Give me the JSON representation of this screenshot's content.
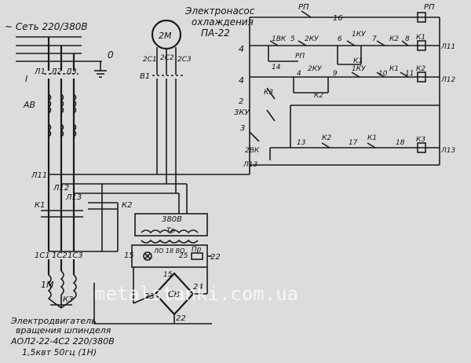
{
  "texts": {
    "network": "~ Сеть 220/380В",
    "pump_title_1": "Электронасос",
    "pump_title_2": "охлаждения",
    "pump_title_3": "ПА-22",
    "pump_motor": "2М",
    "pump_phase_1": "2С1",
    "pump_phase_2": "2С2",
    "pump_phase_3": "2С3",
    "pump_switch": "В1",
    "main_switch": "АВ",
    "line_1": "Л1",
    "line_2": "Л2",
    "line_3": "Л3",
    "line_11": "Л11",
    "line_12": "Л12",
    "line_13": "Л13",
    "ground": "0",
    "roman_one": "I",
    "k1": "К1",
    "k2": "К2",
    "k3": "К3",
    "c1": "1С1",
    "c2": "1С2",
    "c3": "1С3",
    "motor_1m": "1М",
    "transformer_voltage": "380В",
    "transformer": "Тр",
    "node_15": "15",
    "node_16": "16",
    "node_22": "22",
    "node_23": "23",
    "node_24": "24",
    "node_25": "25",
    "rectifier": "СВ",
    "fuse": "Пр",
    "lamp_label": "ЛО 18 ВО",
    "motor_caption_1": "Электродвигатель",
    "motor_caption_2": "вращения шпинделя",
    "motor_caption_3": "АОЛ2-22-4С2 220/380В",
    "motor_caption_4": "1,5квт 50гц (1Н)",
    "rp_top": "РП",
    "rp_right": "РП",
    "rp_mid": "РП",
    "row1_labels": [
      "1ВК",
      "5",
      "2КУ",
      "6",
      "1КУ",
      "7",
      "К2",
      "8",
      "К1",
      "Л11"
    ],
    "row2_labels": [
      "4",
      "2КУ",
      "9",
      "1КУ",
      "10",
      "К1",
      "11",
      "К2",
      "Л12"
    ],
    "row3_labels": [
      "2ВК",
      "13",
      "К2",
      "17",
      "К1",
      "18",
      "К3",
      "Л13"
    ],
    "node_4a": "4",
    "node_4b": "4",
    "node_14": "14",
    "node_3": "3",
    "node_2": "2",
    "node_3ku": "3КУ",
    "node_k3": "К3",
    "node_k1_mid": "К1",
    "node_k2_mid": "К2",
    "watermark": "metalstanki.com.ua"
  }
}
